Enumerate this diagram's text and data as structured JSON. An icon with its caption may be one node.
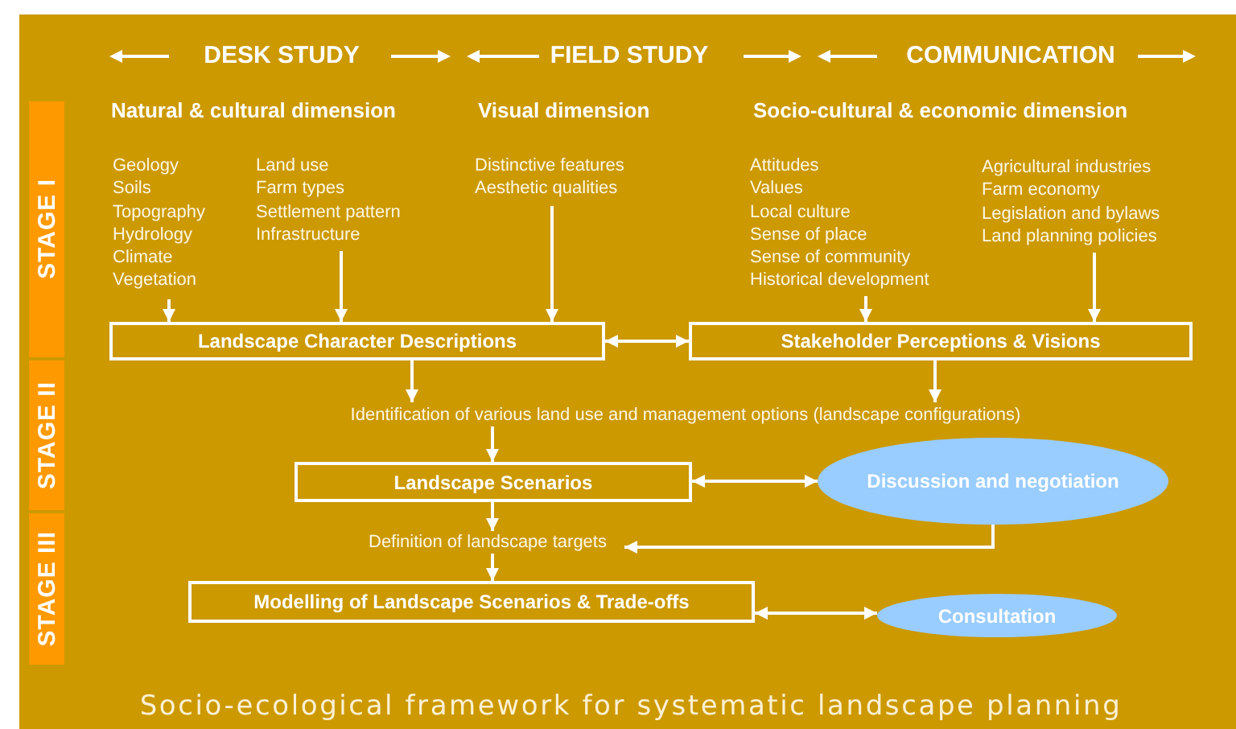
{
  "diagram": {
    "caption": "Socio-ecological framework for systematic landscape planning",
    "nodes": [
      {
        "text": [
          "STAGE I"
        ]
      },
      {
        "text": [
          "STAGE II"
        ]
      },
      {
        "text": [
          "STAGE III"
        ]
      },
      {
        "text": [
          "Geology",
          "Soils",
          "Topography",
          "Hydrology",
          "Climate",
          "Vegetation"
        ]
      },
      {
        "text": [
          "Land use",
          "Farm types",
          "Settlement pattern",
          "Infrastructure"
        ]
      },
      {
        "text": [
          "Distinctive features",
          "Aesthetic qualities"
        ]
      },
      {
        "text": [
          "Attitudes",
          "Values",
          "Local culture",
          "Sense of place",
          "Sense of community",
          "Historical development"
        ]
      },
      {
        "text": [
          "Agricultural industries",
          "Farm economy",
          "Legislation and bylaws",
          "Land planning policies"
        ]
      },
      {
        "text": [
          "Landscape Character Descriptions"
        ]
      },
      {
        "text": [
          "Stakeholder Perceptions & Visions"
        ]
      },
      {
        "text": [
          "Identification of various land use and management options (landscape configurations)"
        ]
      },
      {
        "text": [
          "Landscape Scenarios"
        ]
      },
      {
        "text": [
          "Discussion and negotiation"
        ]
      },
      {
        "text": [
          "Definition of landscape targets"
        ]
      },
      {
        "text": [
          "Modelling of Landscape Scenarios & Trade-offs"
        ]
      },
      {
        "text": [
          "Consultation"
        ]
      }
    ],
    "edges": [
      {
        "from": 3,
        "to": 8,
        "arrow": "to"
      },
      {
        "from": 4,
        "to": 8,
        "arrow": "to"
      },
      {
        "from": 5,
        "to": 8,
        "arrow": "to"
      },
      {
        "from": 6,
        "to": 9,
        "arrow": "to"
      },
      {
        "from": 7,
        "to": 9,
        "arrow": "to"
      },
      {
        "from": 8,
        "to": 9,
        "arrow": "both"
      },
      {
        "from": 8,
        "to": 10,
        "arrow": "to"
      },
      {
        "from": 9,
        "to": 10,
        "arrow": "to"
      },
      {
        "from": 10,
        "to": 11,
        "arrow": "to"
      },
      {
        "from": 11,
        "to": 12,
        "arrow": "both"
      },
      {
        "from": 11,
        "to": 13,
        "arrow": "to"
      },
      {
        "from": 12,
        "to": 13,
        "arrow": "to"
      },
      {
        "from": 13,
        "to": 14,
        "arrow": "to"
      },
      {
        "from": 14,
        "to": 15,
        "arrow": "both"
      }
    ],
    "labels": [
      "DESK STUDY",
      "FIELD STUDY",
      "COMMUNICATION",
      "Natural & cultural dimension",
      "Visual dimension",
      "Socio-cultural & economic dimension"
    ]
  }
}
